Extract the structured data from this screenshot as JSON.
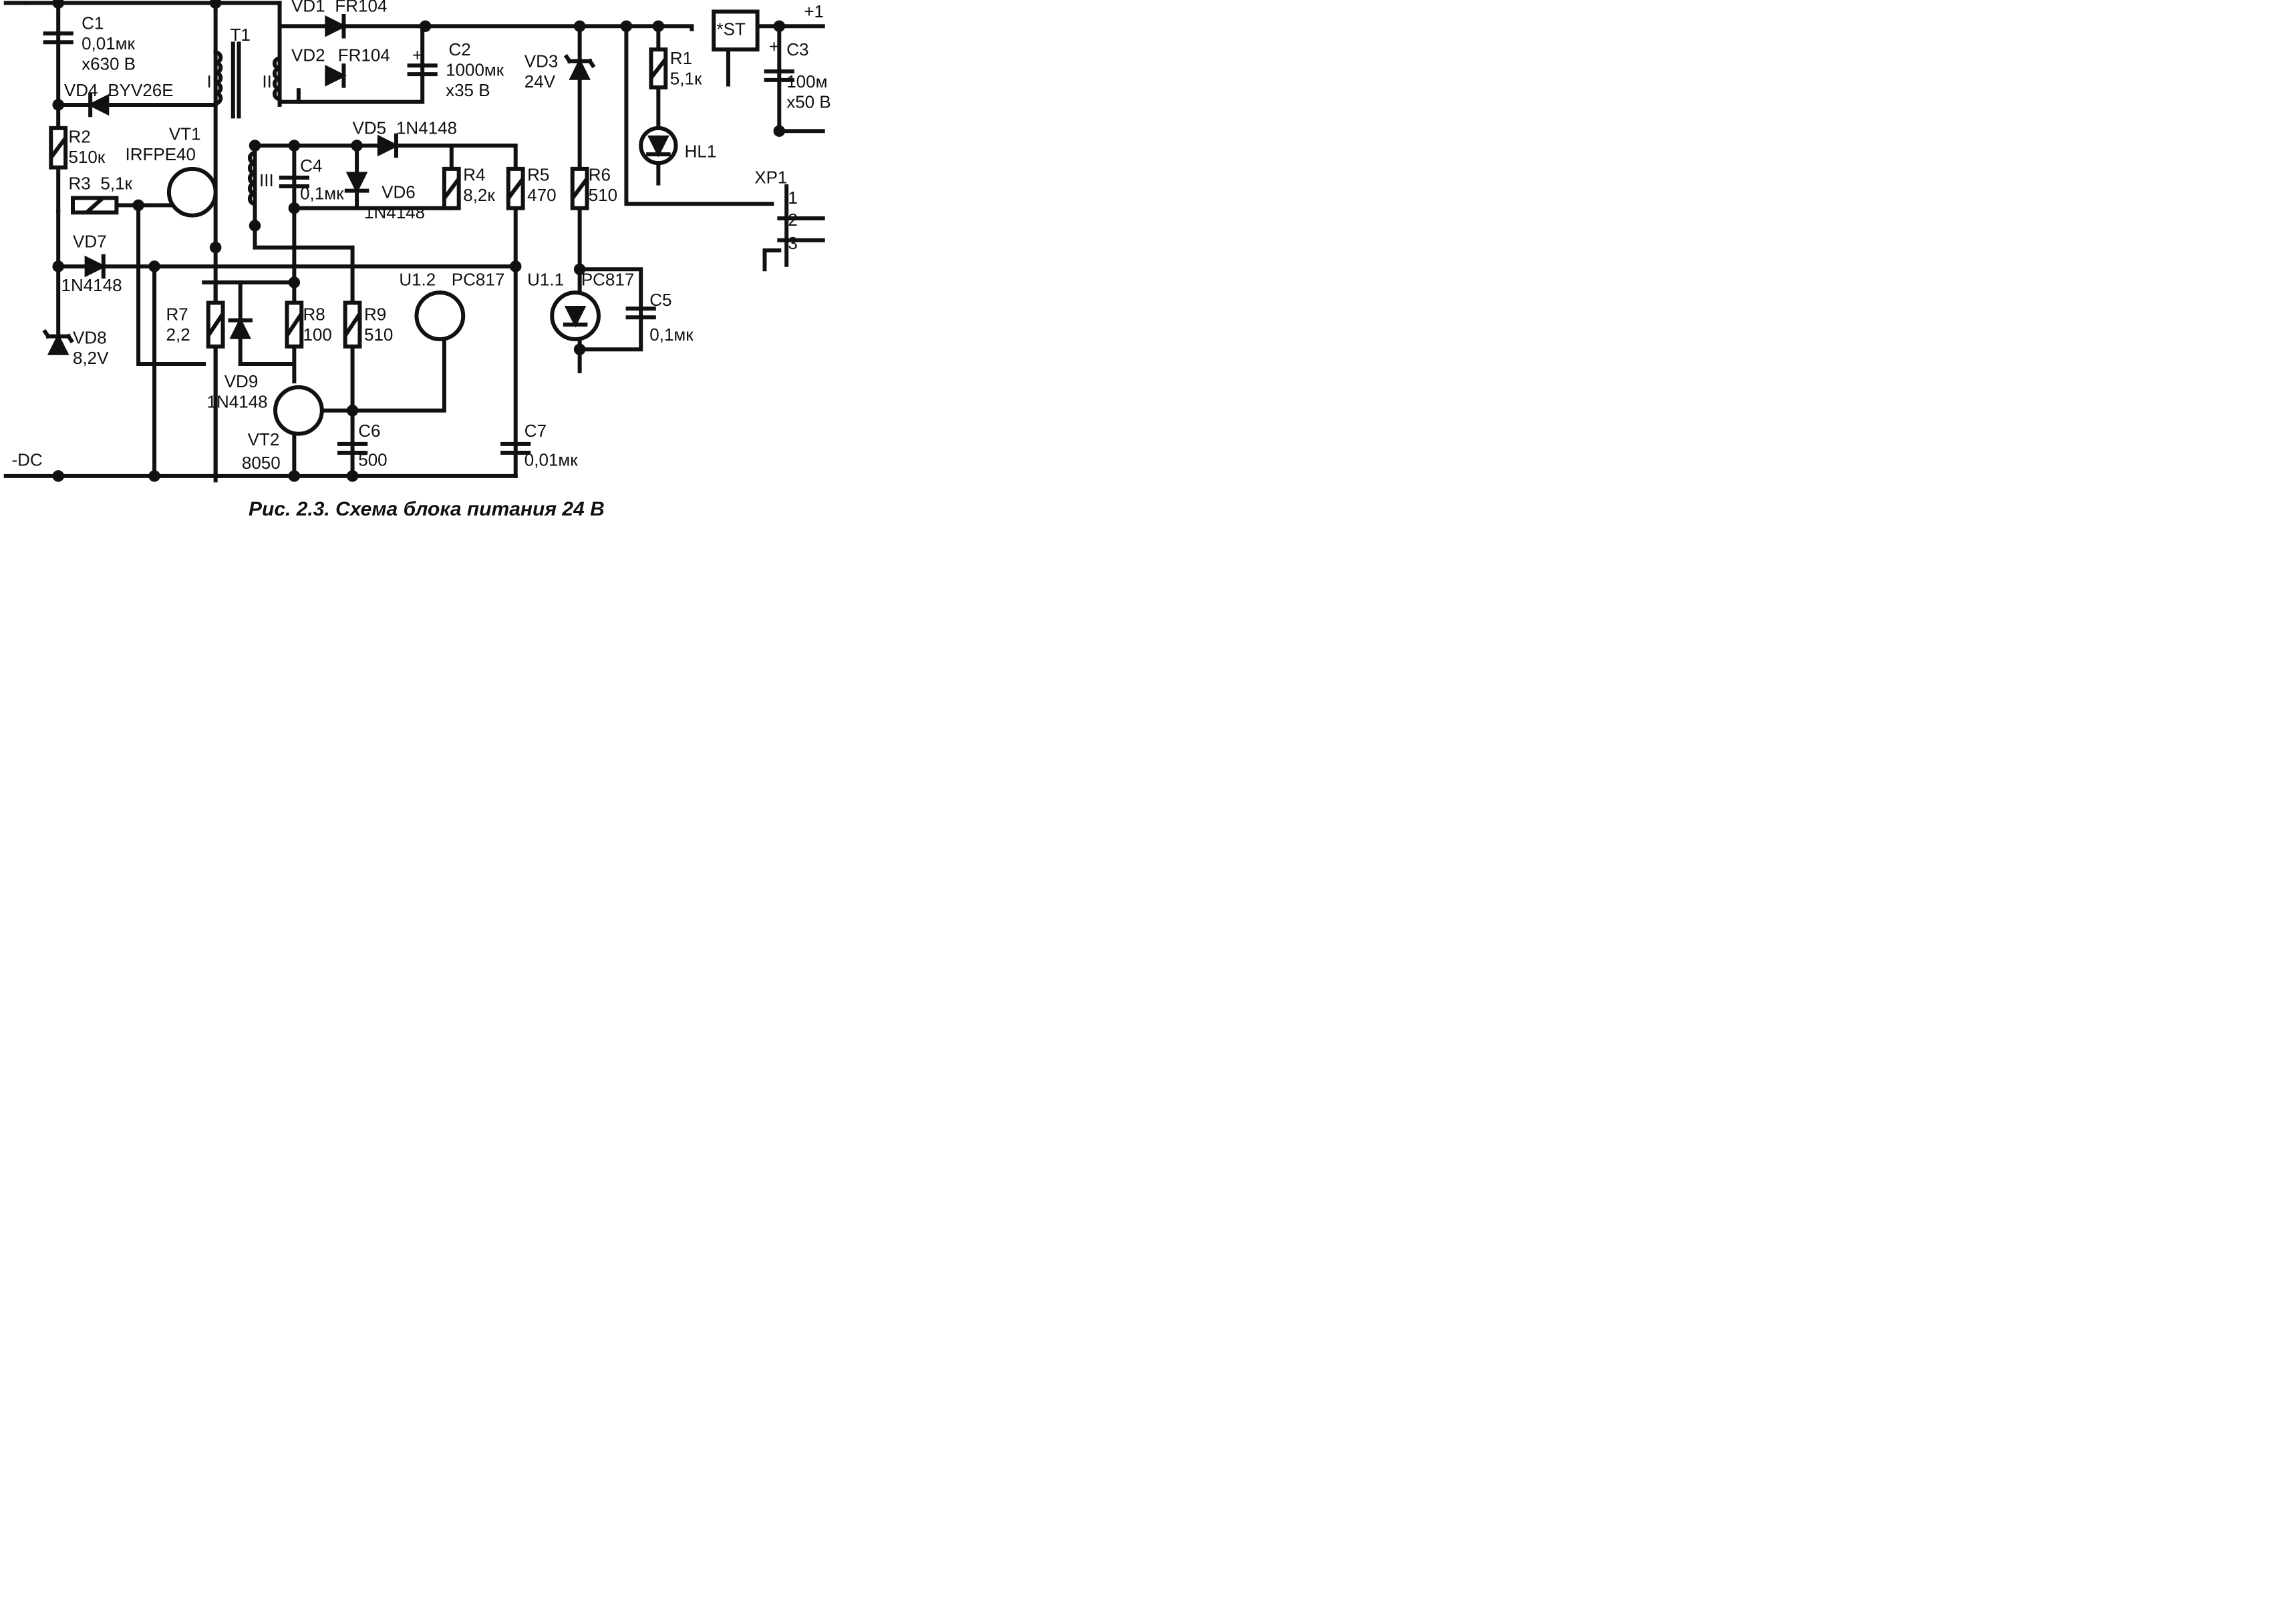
{
  "caption": "Рис. 2.3. Схема блока питания 24 В",
  "labels": {
    "c1": "C1",
    "c1_value": "0,01мк",
    "c1_voltage": "x630 В",
    "t1": "T1",
    "winding_1": "I",
    "winding_2": "II",
    "winding_3": "III",
    "vd1": "VD1",
    "vd1_type": "FR104",
    "vd2": "VD2",
    "vd2_type": "FR104",
    "c2": "C2",
    "c2_value": "1000мк",
    "c2_voltage": "x35 В",
    "c2_polarity": "+",
    "vd3": "VD3",
    "vd3_voltage": "24V",
    "r1": "R1",
    "r1_value": "5,1к",
    "hl1": "HL1",
    "st": "*ST",
    "plus_out": "+1",
    "c3": "C3",
    "c3_value": "100м",
    "c3_voltage": "x50 В",
    "c3_polarity": "+",
    "vd4": "VD4",
    "vd4_type": "BYV26E",
    "r2": "R2",
    "r2_value": "510к",
    "vt1": "VT1",
    "vt1_type": "IRFPE40",
    "vd5": "VD5",
    "vd5_type": "1N4148",
    "c4": "C4",
    "c4_value": "0,1мк",
    "vd6": "VD6",
    "vd6_type": "1N4148",
    "r4": "R4",
    "r4_value": "8,2к",
    "r5": "R5",
    "r5_value": "470",
    "r6": "R6",
    "r6_value": "510",
    "r3": "R3",
    "r3_value": "5,1к",
    "xp1": "XP1",
    "pin_1": "1",
    "pin_2": "2",
    "pin_3": "3",
    "vd7": "VD7",
    "vd7_type": "1N4148",
    "u12": "U1.2",
    "u12_type": "PC817",
    "u11": "U1.1",
    "u11_type": "PC817",
    "r7": "R7",
    "r7_value": "2,2",
    "r8": "R8",
    "r8_value": "100",
    "r9": "R9",
    "r9_value": "510",
    "c5": "C5",
    "c5_value": "0,1мк",
    "vd8": "VD8",
    "vd8_voltage": "8,2V",
    "vd9": "VD9",
    "vd9_type": "1N4148",
    "vt2": "VT2",
    "vt2_type": "8050",
    "c6": "C6",
    "c6_value": "500",
    "c7": "C7",
    "c7_value": "0,01мк",
    "minus_dc": "-DC"
  }
}
